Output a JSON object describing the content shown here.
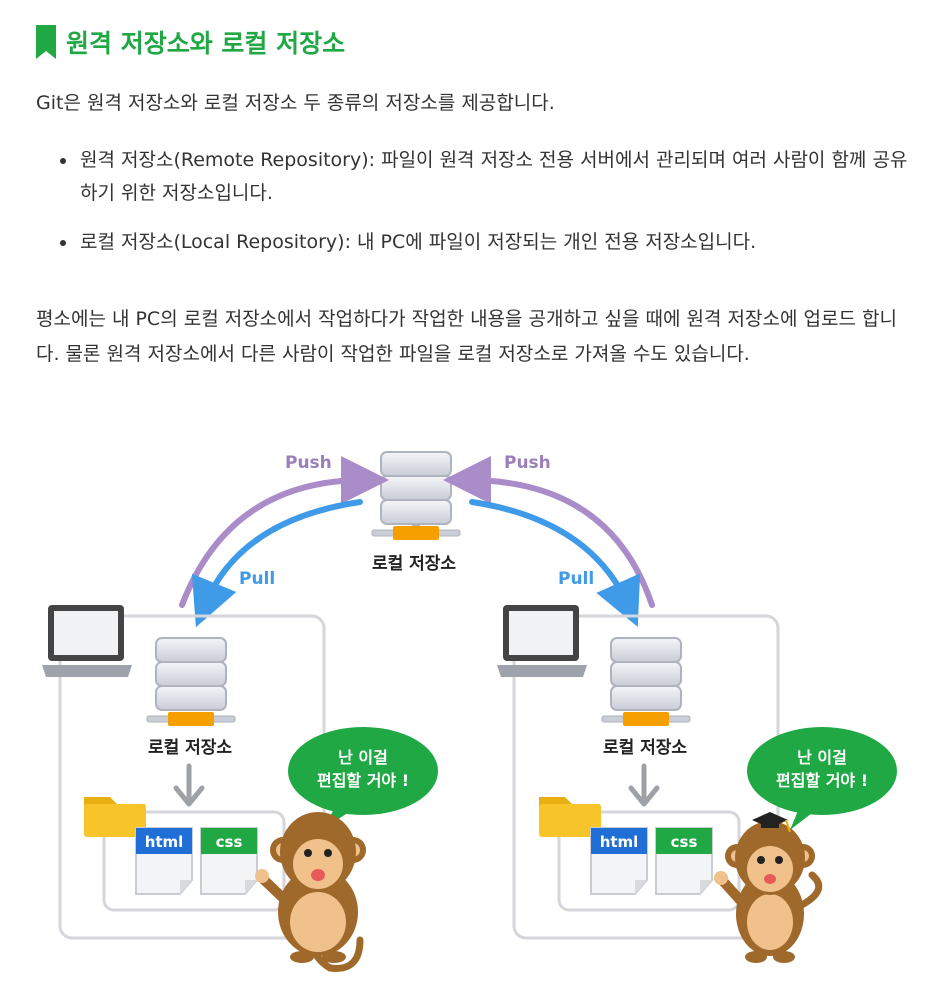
{
  "heading": {
    "title": "원격 저장소와 로컬 저장소"
  },
  "intro": "Git은 원격 저장소와 로컬 저장소 두 종류의 저장소를 제공합니다.",
  "bullets": [
    {
      "text": "원격 저장소(Remote Repository): 파일이 원격 저장소 전용 서버에서 관리되며 여러 사람이 함께 공유하기 위한 저장소입니다."
    },
    {
      "text": "로컬 저장소(Local Repository): 내 PC에 파일이 저장되는 개인 전용 저장소입니다."
    }
  ],
  "paragraph": "평소에는 내 PC의 로컬 저장소에서 작업하다가 작업한 내용을 공개하고 싶을 때에 원격 저장소에 업로드 합니다. 물론 원격 저장소에서 다른 사람이 작업한 파일을 로컬 저장소로 가져올 수도 있습니다.",
  "diagram": {
    "top_server_label": "로컬 저장소",
    "push_label_left": "Push",
    "push_label_right": "Push",
    "pull_label_left": "Pull",
    "pull_label_right": "Pull",
    "left": {
      "server_label": "로컬 저장소",
      "file_html": "html",
      "file_css": "css",
      "bubble_line1": "난 이걸",
      "bubble_line2": "편집할 거야 !"
    },
    "right": {
      "server_label": "로컬 저장소",
      "file_html": "html",
      "file_css": "css",
      "bubble_line1": "난 이걸",
      "bubble_line2": "편집할 거야 !"
    },
    "colors": {
      "heading_green": "#1fa843",
      "push_purple": "#a98cc8",
      "pull_blue": "#3f9be8",
      "html_blue": "#1f6fd6",
      "css_green": "#1fa843",
      "bubble_green": "#1fa843",
      "folder_yellow": "#f7c52a",
      "connector_orange": "#f5a000"
    }
  }
}
